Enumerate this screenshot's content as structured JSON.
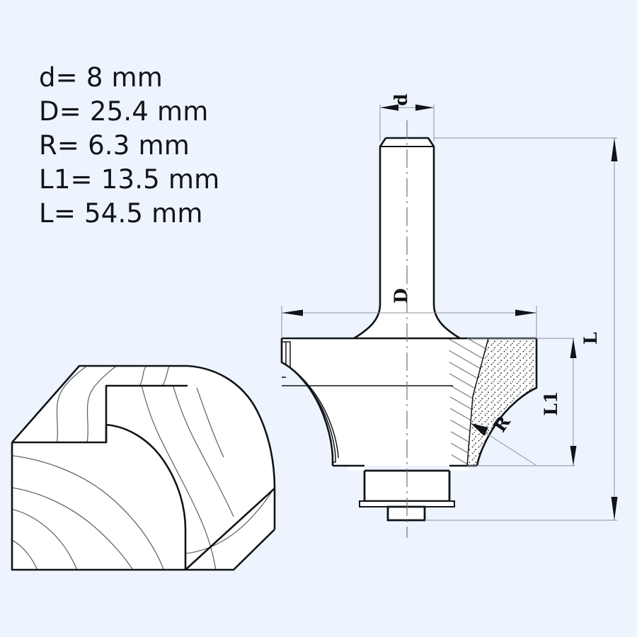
{
  "drawing": {
    "title": "Roundover router bit technical drawing",
    "background_color": "#eef4fe",
    "line_color": "#101418",
    "fill_color": "#ffffff",
    "thin_line_color": "#8a929c"
  },
  "specs": {
    "heading": "",
    "lines": [
      "d= 8 mm",
      "D= 25.4 mm",
      "R= 6.3 mm",
      "L1= 13.5 mm",
      "L= 54.5 mm"
    ],
    "items": [
      {
        "symbol": "d",
        "value": "8",
        "unit": "mm",
        "text": "d= 8 mm"
      },
      {
        "symbol": "D",
        "value": "25.4",
        "unit": "mm",
        "text": "D= 25.4 mm"
      },
      {
        "symbol": "R",
        "value": "6.3",
        "unit": "mm",
        "text": "R= 6.3 mm"
      },
      {
        "symbol": "L1",
        "value": "13.5",
        "unit": "mm",
        "text": "L1= 13.5 mm"
      },
      {
        "symbol": "L",
        "value": "54.5",
        "unit": "mm",
        "text": "L= 54.5 mm"
      }
    ]
  },
  "dimension_labels": {
    "d": "d",
    "D": "D",
    "R": "R",
    "L": "L",
    "L1": "L1"
  },
  "workpiece": {
    "name": "wood block with roundover profile",
    "description": "isometric wood block showing machined roundover edge with grain lines"
  },
  "bit": {
    "name": "roundover router bit",
    "shank_label": "d",
    "cutting_diameter_label": "D",
    "radius_label": "R",
    "overall_length_label": "L",
    "cutting_length_label": "L1",
    "components": [
      "shank",
      "neck",
      "carbide cutter",
      "guide bearing",
      "bearing screw"
    ]
  }
}
